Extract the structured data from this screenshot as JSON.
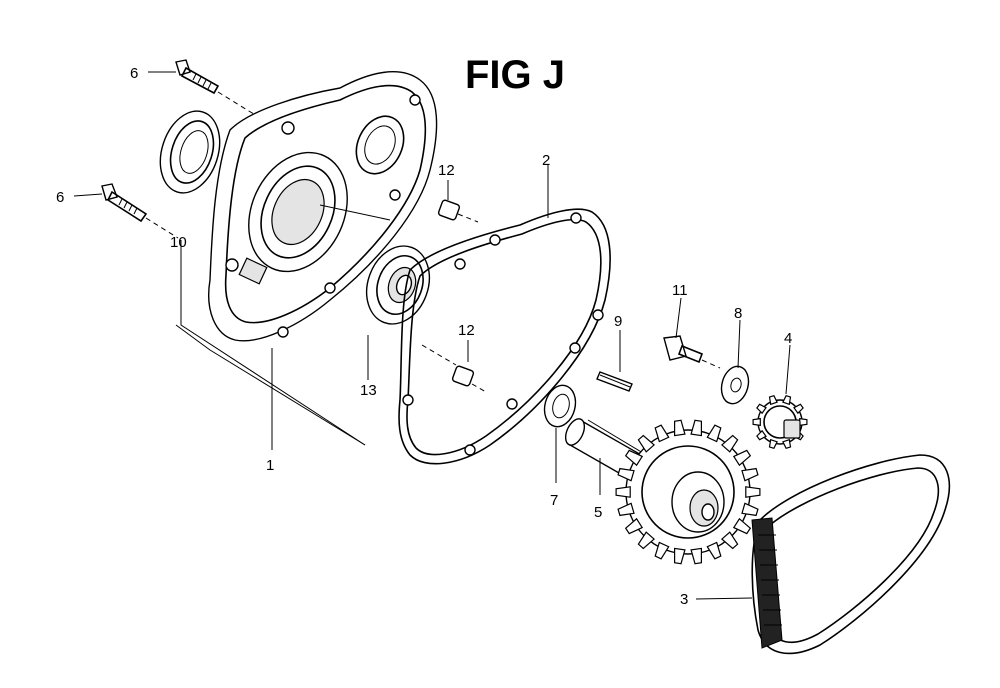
{
  "title": "FIG J",
  "callouts": [
    {
      "id": "c6a",
      "label": "6"
    },
    {
      "id": "c6b",
      "label": "6"
    },
    {
      "id": "c10",
      "label": "10"
    },
    {
      "id": "c1",
      "label": "1"
    },
    {
      "id": "c13",
      "label": "13"
    },
    {
      "id": "c12a",
      "label": "12"
    },
    {
      "id": "c12b",
      "label": "12"
    },
    {
      "id": "c2",
      "label": "2"
    },
    {
      "id": "c9",
      "label": "9"
    },
    {
      "id": "c7",
      "label": "7"
    },
    {
      "id": "c5",
      "label": "5"
    },
    {
      "id": "c11",
      "label": "11"
    },
    {
      "id": "c8",
      "label": "8"
    },
    {
      "id": "c4",
      "label": "4"
    },
    {
      "id": "c3",
      "label": "3"
    }
  ]
}
